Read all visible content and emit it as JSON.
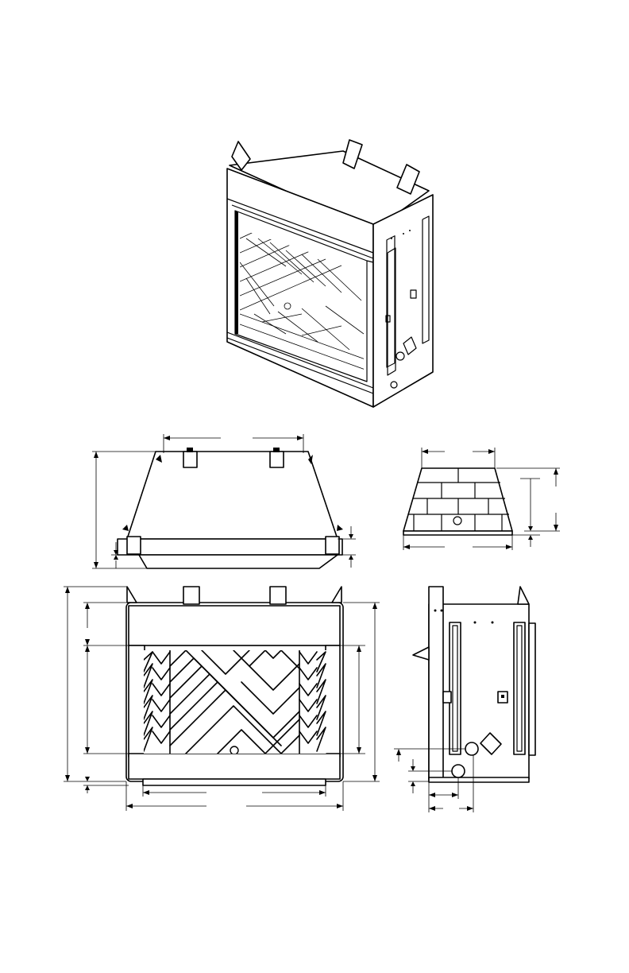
{
  "page": {
    "background": "#ffffff",
    "line_color": "#000000"
  },
  "views": {
    "isometric": {
      "name": "isometric-view"
    },
    "top": {
      "name": "top-view"
    },
    "rear": {
      "name": "rear-view"
    },
    "front": {
      "name": "front-view"
    },
    "side": {
      "name": "side-view"
    }
  }
}
